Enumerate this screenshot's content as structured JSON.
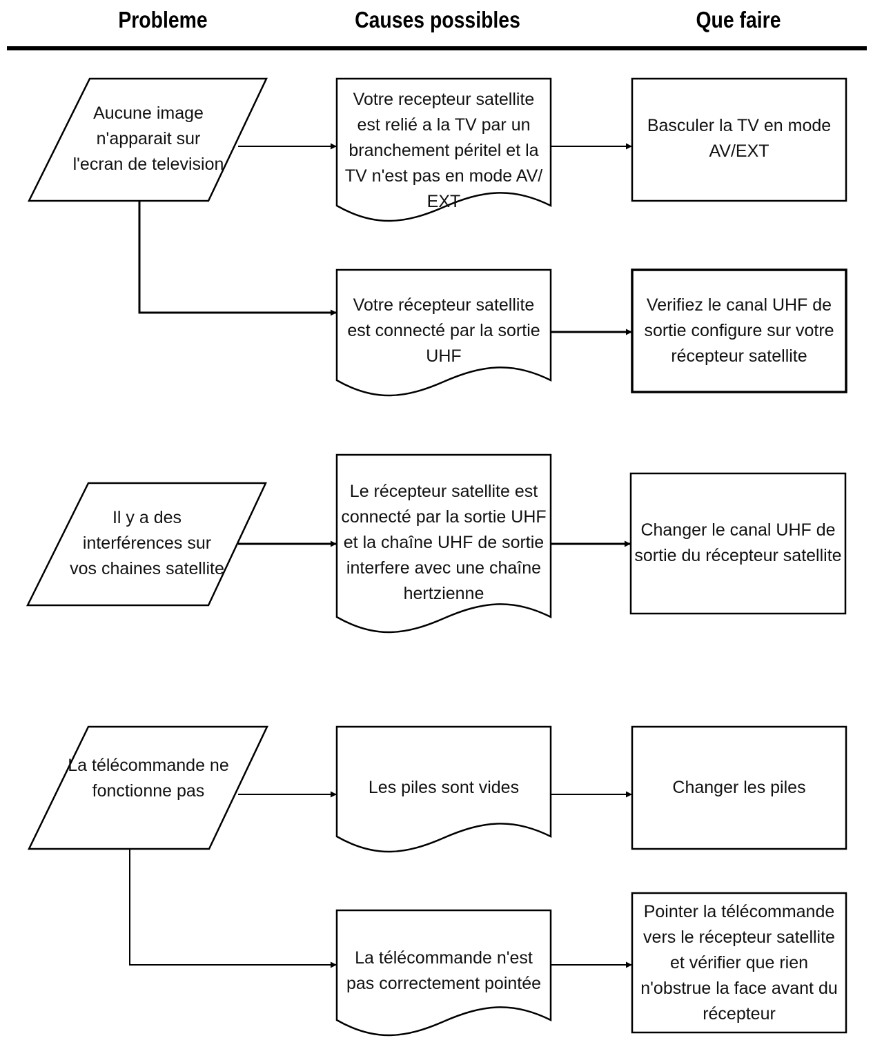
{
  "headers": {
    "problem": "Probleme",
    "causes": "Causes possibles",
    "action": "Que faire"
  },
  "rows": [
    {
      "problem": [
        "Aucune image",
        "n'apparait sur",
        "l'ecran de television"
      ],
      "causes": [
        {
          "cause": [
            "Votre recepteur satellite",
            "est relié a la TV par un",
            "branchement péritel et la",
            "TV n'est pas en mode AV/",
            "EXT"
          ],
          "action": [
            "Basculer la TV en mode",
            "AV/EXT"
          ]
        },
        {
          "cause": [
            "Votre récepteur satellite",
            "est connecté par la sortie",
            "UHF"
          ],
          "action": [
            "Verifiez le canal UHF de",
            "sortie configure sur votre",
            "récepteur satellite"
          ]
        }
      ]
    },
    {
      "problem": [
        "Il y a des",
        "interférences sur",
        "vos chaines satellite"
      ],
      "causes": [
        {
          "cause": [
            "Le récepteur satellite est",
            "connecté par la sortie UHF",
            "et la chaîne UHF de sortie",
            "interfere avec une chaîne",
            "hertzienne"
          ],
          "action": [
            "Changer le canal UHF de",
            "sortie du récepteur satellite"
          ]
        }
      ]
    },
    {
      "problem": [
        "La télécommande ne",
        "fonctionne pas"
      ],
      "causes": [
        {
          "cause": [
            "Les piles sont vides"
          ],
          "action": [
            "Changer les piles"
          ]
        },
        {
          "cause": [
            "La télécommande n'est",
            "pas correctement pointée"
          ],
          "action": [
            "Pointer la télécommande",
            "vers le récepteur satellite",
            "et vérifier que rien",
            "n'obstrue la face avant du",
            "récepteur"
          ]
        }
      ]
    }
  ]
}
